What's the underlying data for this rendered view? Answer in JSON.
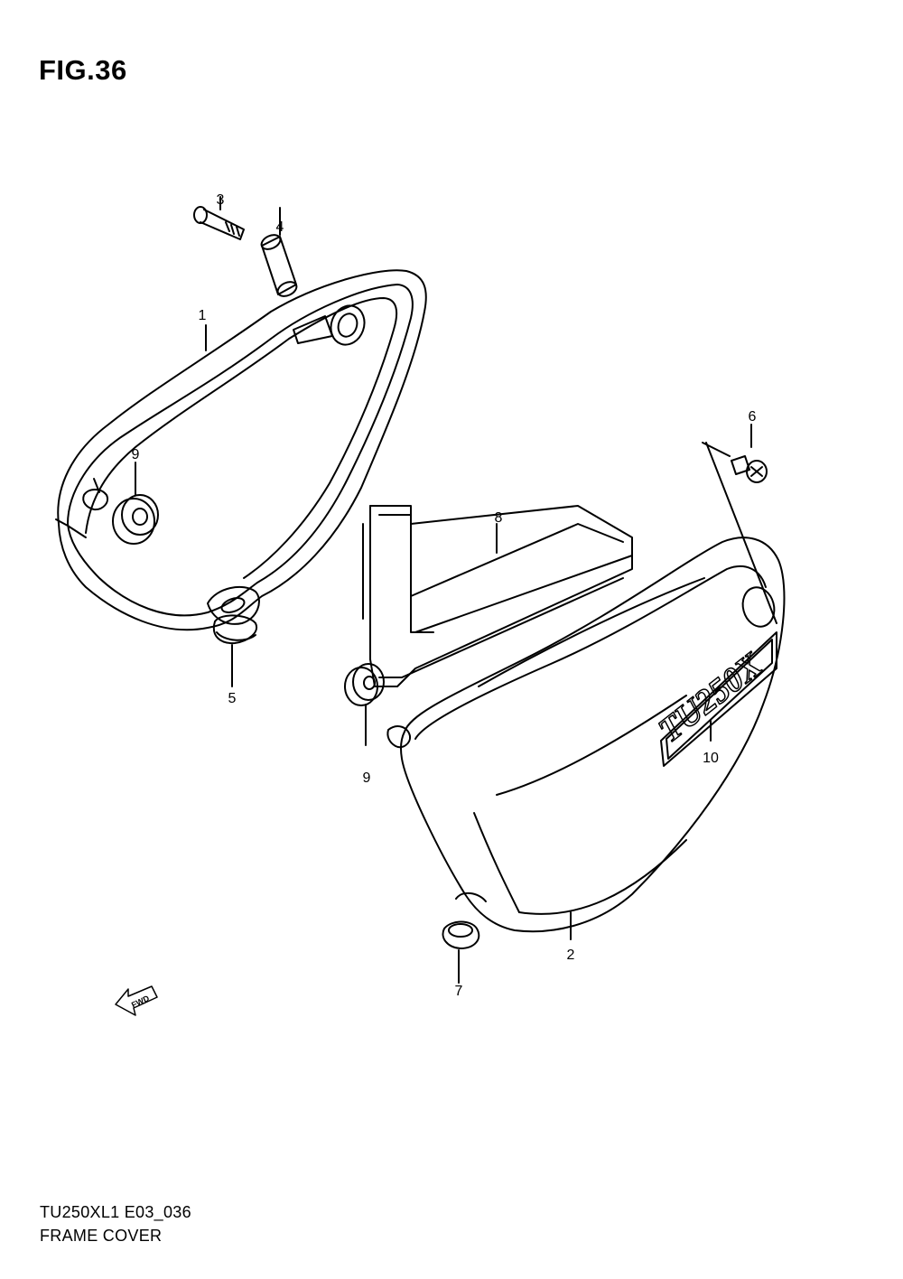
{
  "figure": {
    "title": "FIG.36"
  },
  "callouts": [
    "1",
    "2",
    "3",
    "4",
    "5",
    "6",
    "7",
    "8",
    "9",
    "9",
    "10"
  ],
  "emblem_text": "TU250X",
  "fwd_label": "FWD",
  "footer": {
    "code": "TU250XL1 E03_036",
    "name": "FRAME COVER"
  }
}
